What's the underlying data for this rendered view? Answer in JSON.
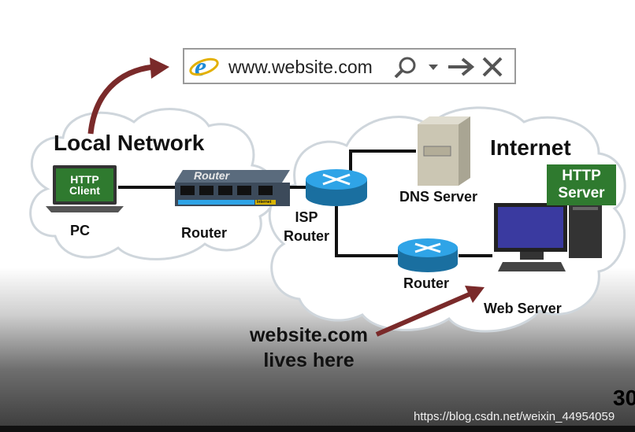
{
  "address_bar": {
    "url": "www.website.com",
    "browser_icon": "ie-logo-icon"
  },
  "local_network": {
    "title": "Local Network",
    "pc_label": "PC",
    "pc_tag": "HTTP Client",
    "router_label": "Router",
    "router_device_text": "Router",
    "router_port_label": "Internet"
  },
  "internet": {
    "title": "Internet",
    "isp_router_label": "ISP Router",
    "dns_label": "DNS Server",
    "router_label": "Router",
    "web_server_label": "Web Server",
    "web_server_tag": "HTTP Server"
  },
  "caption": {
    "line1": "website.com",
    "line2": "lives here"
  },
  "footer": {
    "page_number": "30",
    "watermark": "https://blog.csdn.net/weixin_44954059"
  },
  "colors": {
    "arrow": "#7a2a2a",
    "tag_green": "#2f7a2f",
    "router_blue": "#1f8fc4",
    "switch_dark": "#3c4a5a",
    "port_strip": "#2fa4e7"
  }
}
